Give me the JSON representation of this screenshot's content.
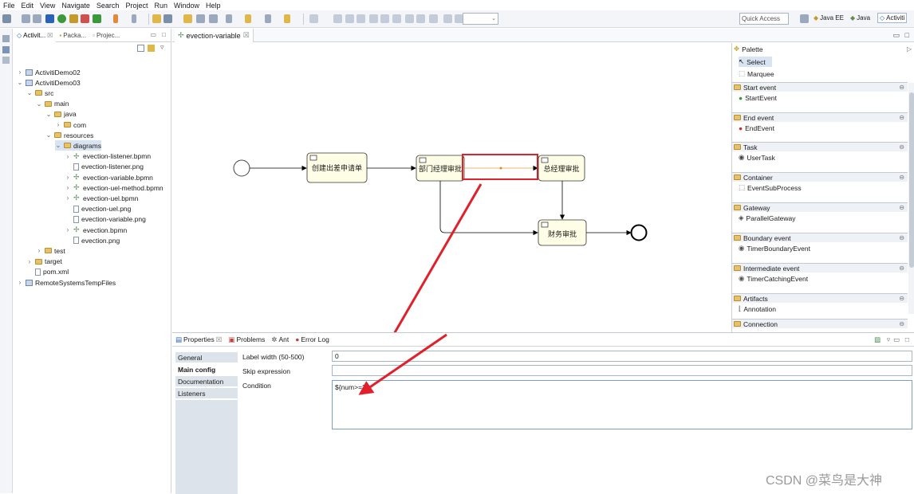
{
  "menu": [
    "File",
    "Edit",
    "View",
    "Navigate",
    "Search",
    "Project",
    "Run",
    "Window",
    "Help"
  ],
  "toolbar": {
    "quick_access_placeholder": "Quick Access",
    "perspectives": [
      "Java EE",
      "Java",
      "Activiti"
    ]
  },
  "explorer": {
    "tabs": [
      "Activit...",
      "Packa...",
      "Projec..."
    ],
    "tree": [
      {
        "label": "ActivitiDemo02",
        "kind": "project",
        "chev": ">"
      },
      {
        "label": "ActivitiDemo03",
        "kind": "project",
        "chev": "v"
      },
      {
        "label": "src",
        "kind": "folder",
        "chev": "v"
      },
      {
        "label": "main",
        "kind": "folder",
        "chev": "v"
      },
      {
        "label": "java",
        "kind": "folder",
        "chev": "v"
      },
      {
        "label": "com",
        "kind": "folder",
        "chev": ">"
      },
      {
        "label": "resources",
        "kind": "folder",
        "chev": "v"
      },
      {
        "label": "diagrams",
        "kind": "folder",
        "chev": "v"
      },
      {
        "label": "evection-listener.bpmn",
        "kind": "bpmn",
        "chev": ">"
      },
      {
        "label": "evection-listener.png",
        "kind": "file",
        "chev": ""
      },
      {
        "label": "evection-variable.bpmn",
        "kind": "bpmn",
        "chev": ">"
      },
      {
        "label": "evection-uel-method.bpmn",
        "kind": "bpmn",
        "chev": ">"
      },
      {
        "label": "evection-uel.bpmn",
        "kind": "bpmn",
        "chev": ">"
      },
      {
        "label": "evection-uel.png",
        "kind": "file",
        "chev": ""
      },
      {
        "label": "evection-variable.png",
        "kind": "file",
        "chev": ""
      },
      {
        "label": "evection.bpmn",
        "kind": "bpmn",
        "chev": ">"
      },
      {
        "label": "evection.png",
        "kind": "file",
        "chev": ""
      },
      {
        "label": "test",
        "kind": "folder",
        "chev": ">"
      },
      {
        "label": "target",
        "kind": "folder",
        "chev": ">"
      },
      {
        "label": "pom.xml",
        "kind": "file",
        "chev": ""
      },
      {
        "label": "RemoteSystemsTempFiles",
        "kind": "project",
        "chev": ">"
      }
    ]
  },
  "editor": {
    "tab_title": "evection-variable",
    "tasks": {
      "t1": "创建出差申请单",
      "t2": "部门经理审批",
      "t3": "总经理审批",
      "t4": "财务审批"
    }
  },
  "palette": {
    "title": "Palette",
    "tools": [
      "Select",
      "Marquee"
    ],
    "drawers": [
      {
        "name": "Start event",
        "item": "StartEvent"
      },
      {
        "name": "End event",
        "item": "EndEvent"
      },
      {
        "name": "Task",
        "item": "UserTask"
      },
      {
        "name": "Container",
        "item": "EventSubProcess"
      },
      {
        "name": "Gateway",
        "item": "ParallelGateway"
      },
      {
        "name": "Boundary event",
        "item": "TimerBoundaryEvent"
      },
      {
        "name": "Intermediate event",
        "item": "TimerCatchingEvent"
      },
      {
        "name": "Artifacts",
        "item": "Annotation"
      },
      {
        "name": "Connection",
        "item": ""
      }
    ]
  },
  "properties": {
    "tabs": [
      "Properties",
      "Problems",
      "Ant",
      "Error Log"
    ],
    "sections": [
      "General",
      "Main config",
      "Documentation",
      "Listeners"
    ],
    "label_width_label": "Label width (50-500)",
    "label_width_value": "0",
    "skip_expression_label": "Skip expression",
    "skip_expression_value": "",
    "condition_label": "Condition",
    "condition_value": "${num>=3}"
  },
  "watermark": "CSDN @菜鸟是大神",
  "colors": {
    "highlight": "#e0202a",
    "task_fill": "#fefee6",
    "accent": "#2a62b8"
  }
}
